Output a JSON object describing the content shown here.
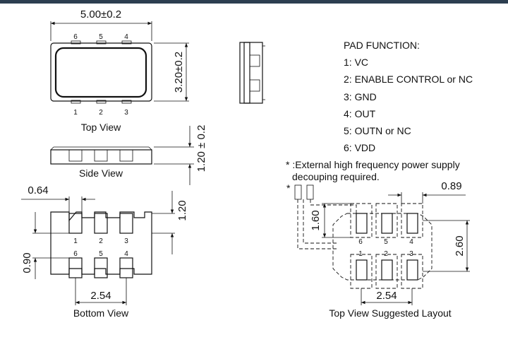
{
  "pad_function": {
    "title": "PAD FUNCTION:",
    "items": [
      "1: VC",
      "2: ENABLE CONTROL or NC",
      "3: GND",
      "4: OUT",
      "5: OUTN or NC",
      "6: VDD"
    ]
  },
  "note": {
    "line1": "* :External high frequency power supply",
    "line2": "decouping required.",
    "marker": "*"
  },
  "views": {
    "top": "Top View",
    "side": "Side View",
    "bottom": "Bottom View",
    "layout": "Top View Suggested Layout"
  },
  "dims": {
    "length": "5.00±0.2",
    "width": "3.20±0.2",
    "height": "1.20 ± 0.2",
    "pad_w": "0.64",
    "pad_h": "1.20",
    "pad_gap": "0.90",
    "pitch_bottom": "2.54",
    "layout_pad_w": "0.89",
    "layout_pad_h": "1.60",
    "layout_span": "2.60",
    "pitch_layout": "2.54"
  },
  "pins": {
    "top_row": [
      "6",
      "5",
      "4"
    ],
    "bottom_row": [
      "1",
      "2",
      "3"
    ]
  }
}
